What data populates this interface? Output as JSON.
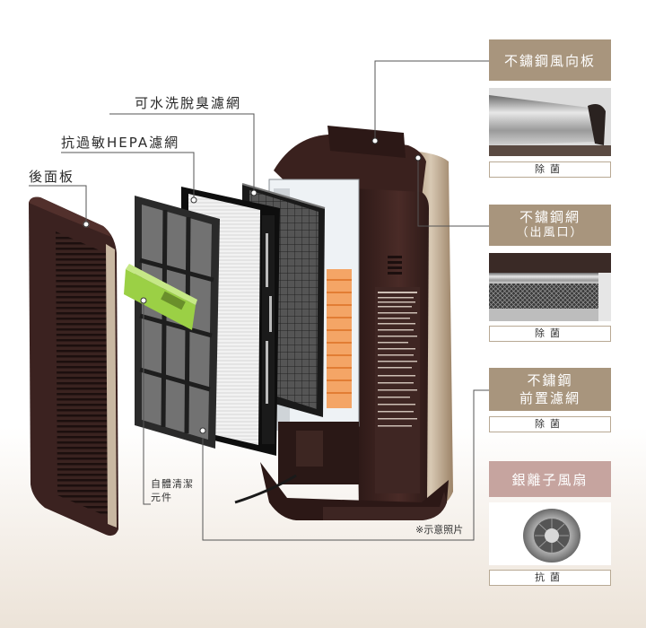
{
  "labels": {
    "back_panel": "後面板",
    "hepa_filter": "抗過敏HEPA濾網",
    "deodor_filter": "可水洗脫臭濾網",
    "self_clean": [
      "自體清潔",
      "元件"
    ],
    "sample_note": "※示意照片"
  },
  "features": [
    {
      "title": [
        "不鏽鋼風向板"
      ],
      "tag": "除菌"
    },
    {
      "title": [
        "不鏽鋼網",
        "（出風口）"
      ],
      "tag": "除菌"
    },
    {
      "title": [
        "不鏽鋼",
        "前置濾網"
      ],
      "tag": "除菌"
    },
    {
      "title": [
        "銀離子風扇"
      ],
      "tag": "抗菌"
    }
  ],
  "colors": {
    "badge_brown": "#a8957d",
    "badge_pink": "#c6a49f",
    "body_dark": "#3d2320",
    "body_champagne": "#c9b8a2",
    "orange_panel": "#f19a5a",
    "green_element": "#9bd045"
  }
}
